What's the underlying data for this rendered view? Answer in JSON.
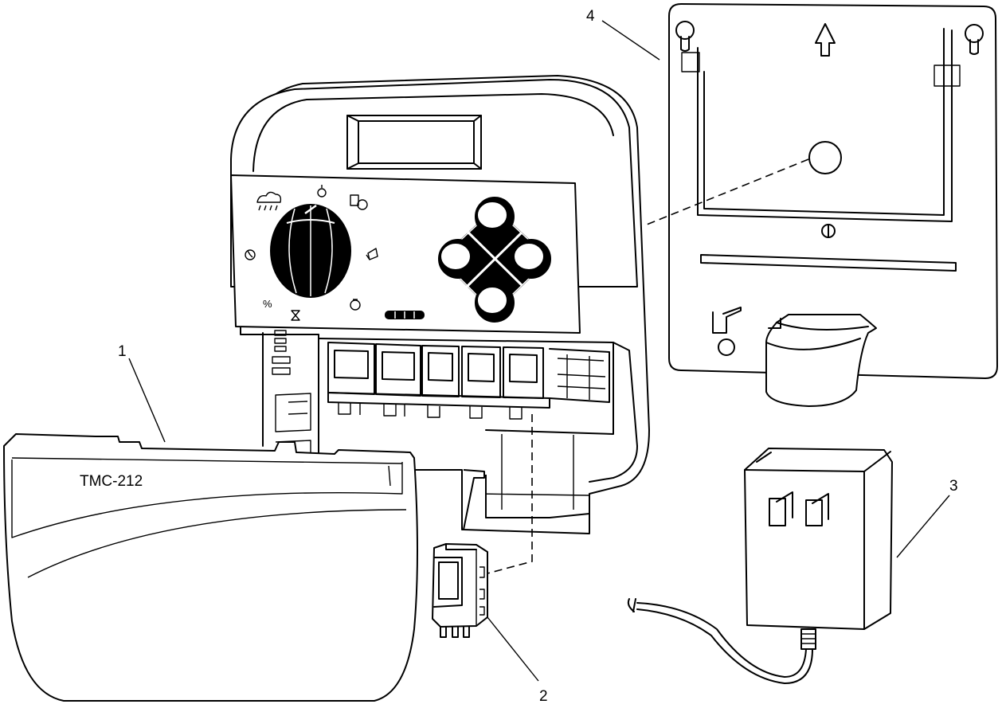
{
  "callouts": {
    "one": "1",
    "two": "2",
    "three": "3",
    "four": "4"
  },
  "front_cover": {
    "model_label": "TMC-212"
  },
  "icons": {
    "rain": "rain-cloud-icon",
    "percent": "%",
    "hourglass": "hourglass-icon",
    "clock": "clock-icon",
    "calendar": "calendar-icon",
    "pencil": "pencil-icon",
    "stopwatch": "stopwatch-icon",
    "wall_plate_arrow": "up-arrow-icon"
  }
}
